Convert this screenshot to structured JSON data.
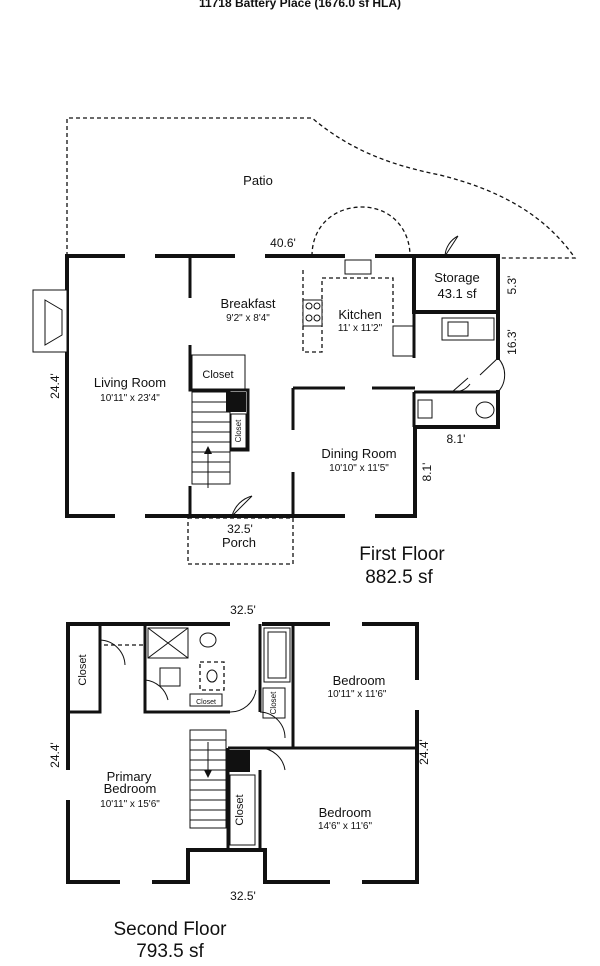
{
  "title": "11718 Battery Place (1676.0 sf HLA)",
  "first_floor": {
    "label": "First Floor",
    "area": "882.5 sf",
    "rooms": {
      "patio": "Patio",
      "breakfast": {
        "name": "Breakfast",
        "size": "9'2\" x 8'4\""
      },
      "kitchen": {
        "name": "Kitchen",
        "size": "11' x 11'2\""
      },
      "storage": {
        "name": "Storage",
        "size": "43.1 sf"
      },
      "living_room": {
        "name": "Living Room",
        "size": "10'11\" x 23'4\""
      },
      "closet_a": "Closet",
      "closet_b": "Closet",
      "dining_room": {
        "name": "Dining Room",
        "size": "10'10\" x 11'5\""
      },
      "porch": "Porch"
    },
    "dimensions": {
      "top": "40.6'",
      "left": "24.4'",
      "bottom": "32.5'",
      "storage_right": "5.3'",
      "right": "16.3'",
      "bump_width": "8.1'",
      "bump_depth": "8.1'"
    }
  },
  "second_floor": {
    "label": "Second Floor",
    "area": "793.5 sf",
    "rooms": {
      "closet_left": "Closet",
      "closet_hall": "Closet",
      "closet_bed": "Closet",
      "closet_mid": "Closet",
      "bedroom_top": {
        "name": "Bedroom",
        "size": "10'11\" x 11'6\""
      },
      "primary_bedroom": {
        "name_line1": "Primary",
        "name_line2": "Bedroom",
        "size": "10'11\" x 15'6\""
      },
      "bedroom_bottom": {
        "name": "Bedroom",
        "size": "14'6\" x 11'6\""
      }
    },
    "dimensions": {
      "top": "32.5'",
      "left": "24.4'",
      "right": "24.4'",
      "bottom": "32.5'"
    }
  }
}
